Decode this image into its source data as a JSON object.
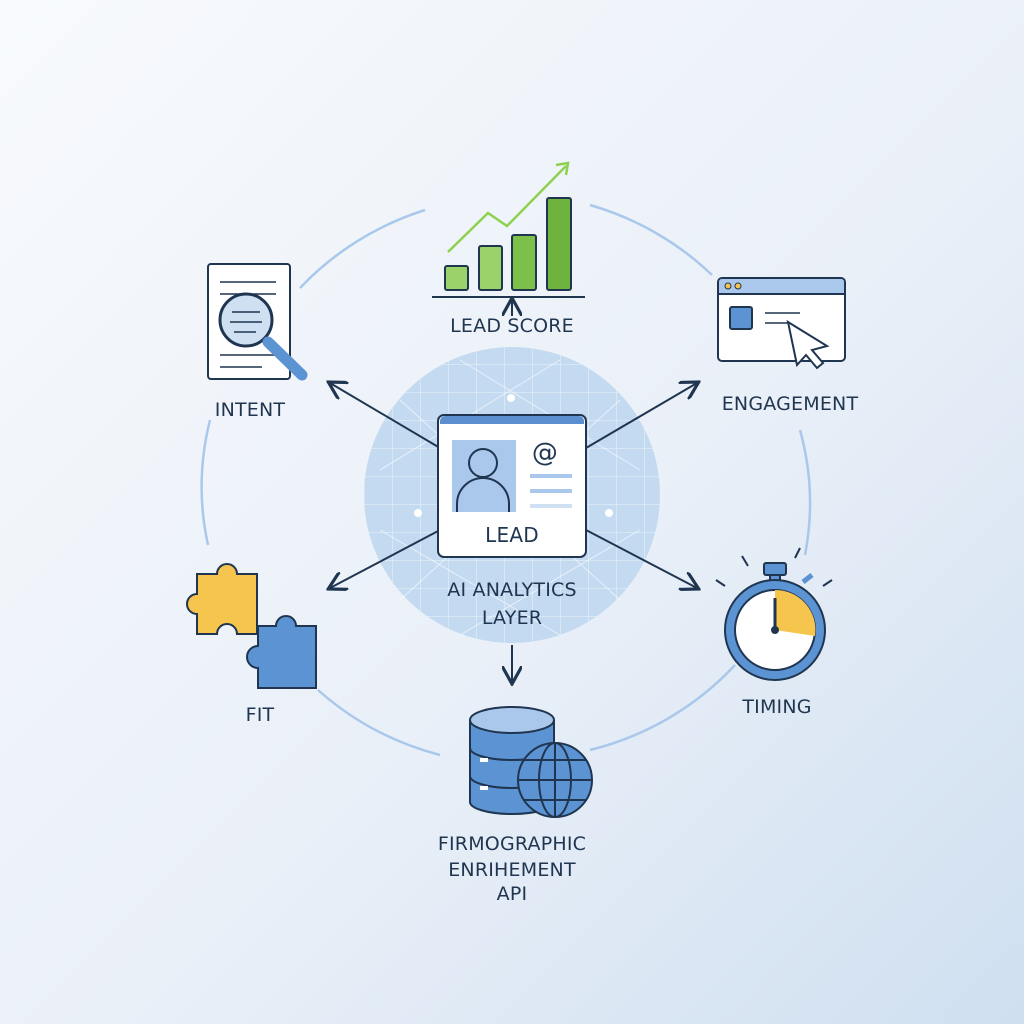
{
  "center": {
    "card_label": "LEAD",
    "card_symbol": "@",
    "layer_line1": "AI ANALYTICS",
    "layer_line2": "LAYER"
  },
  "nodes": {
    "lead_score": "LEAD SCORE",
    "intent": "INTENT",
    "engagement": "ENGAGEMENT",
    "timing": "TIMING",
    "fit": "FIT",
    "api_line1": "FIRMOGRAPHIC",
    "api_line2": "ENRIHEMENT",
    "api_line3": "API"
  },
  "colors": {
    "navy": "#1f3550",
    "blue": "#5b93d3",
    "light_blue": "#bcd5ef",
    "green": "#7cc04a",
    "yellow": "#f6c54e"
  }
}
